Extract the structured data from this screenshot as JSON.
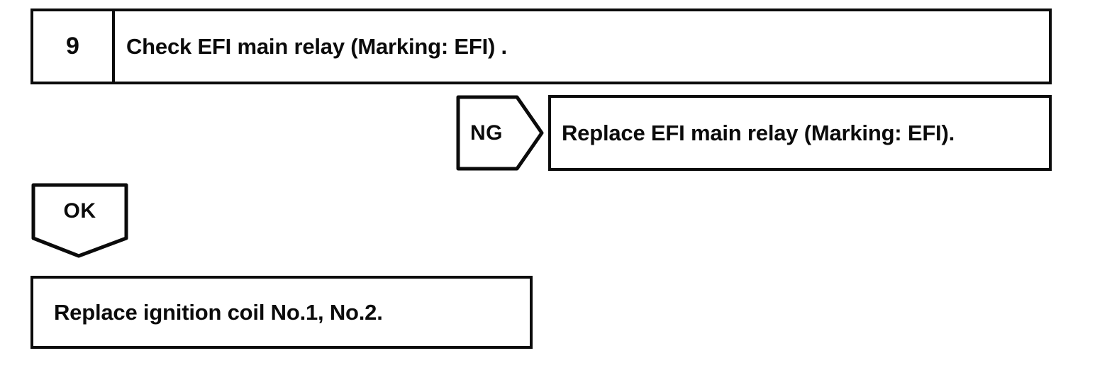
{
  "page": {
    "background": "#ffffff",
    "ink": "#0b0b0b"
  },
  "flowchart": {
    "step": {
      "number": "9",
      "instruction": "Check EFI main relay (Marking: EFI) ."
    },
    "ng_branch": {
      "connector_label": "NG",
      "connector_shape": "pentagon-arrow-right-icon",
      "action": "Replace EFI main relay (Marking: EFI)."
    },
    "ok_branch": {
      "connector_label": "OK",
      "connector_shape": "pentagon-arrow-down-icon",
      "action": "Replace ignition coil No.1, No.2."
    }
  }
}
